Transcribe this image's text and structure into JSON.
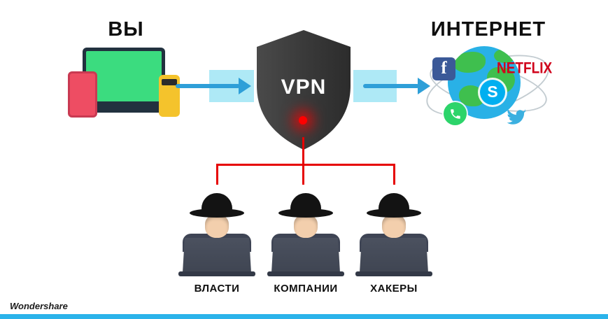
{
  "diagram": {
    "user_side": {
      "title": "ВЫ"
    },
    "vpn_shield": {
      "label": "VPN"
    },
    "internet_side": {
      "title": "ИНТЕРНЕТ",
      "facebook_letter": "f",
      "netflix_text": "NETFLIX",
      "skype_letter": "S",
      "services": [
        "Facebook",
        "Netflix",
        "Skype",
        "WhatsApp",
        "Twitter"
      ]
    },
    "threats": [
      {
        "label": "ВЛАСТИ"
      },
      {
        "label": "КОМПАНИИ"
      },
      {
        "label": "ХАКЕРЫ"
      }
    ],
    "watermark": "Wondershare"
  },
  "colors": {
    "arrow_blue": "#2e9fd8",
    "band_cyan": "#aee9f6",
    "danger_red": "#e60000",
    "shield_dark": "#3a3a3a",
    "globe_blue": "#29b1e6",
    "continent_green": "#3fbf4e",
    "laptop_screen_green": "#3bdc7f",
    "tablet_red": "#ee4d63",
    "phone_yellow": "#f4c32c",
    "bottom_bar_blue": "#2bb3ea"
  }
}
